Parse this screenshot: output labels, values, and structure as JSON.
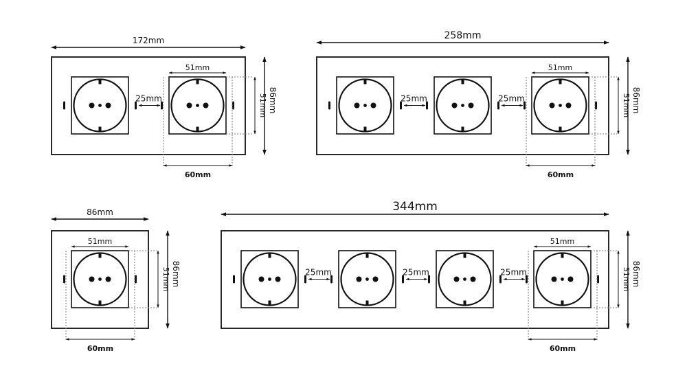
{
  "diagrams": [
    {
      "name": "double-socket-panel",
      "total_width": "172mm",
      "socket_width": "51mm",
      "socket_height": "51mm",
      "panel_height": "86mm",
      "socket_pitch": "60mm",
      "socket_gaps": [
        "25mm"
      ]
    },
    {
      "name": "triple-socket-panel",
      "total_width": "258mm",
      "socket_width": "51mm",
      "socket_height": "51mm",
      "panel_height": "86mm",
      "socket_pitch": "60mm",
      "socket_gaps": [
        "25mm",
        "25mm"
      ]
    },
    {
      "name": "single-socket-panel",
      "total_width": "86mm",
      "socket_width": "51mm",
      "socket_height": "51mm",
      "panel_height": "86mm",
      "socket_pitch": "60mm",
      "socket_gaps": []
    },
    {
      "name": "quadruple-socket-panel",
      "total_width": "344mm",
      "socket_width": "51mm",
      "socket_height": "51mm",
      "panel_height": "86mm",
      "socket_pitch": "60mm",
      "socket_gaps": [
        "25mm",
        "25mm",
        "25mm"
      ]
    }
  ]
}
